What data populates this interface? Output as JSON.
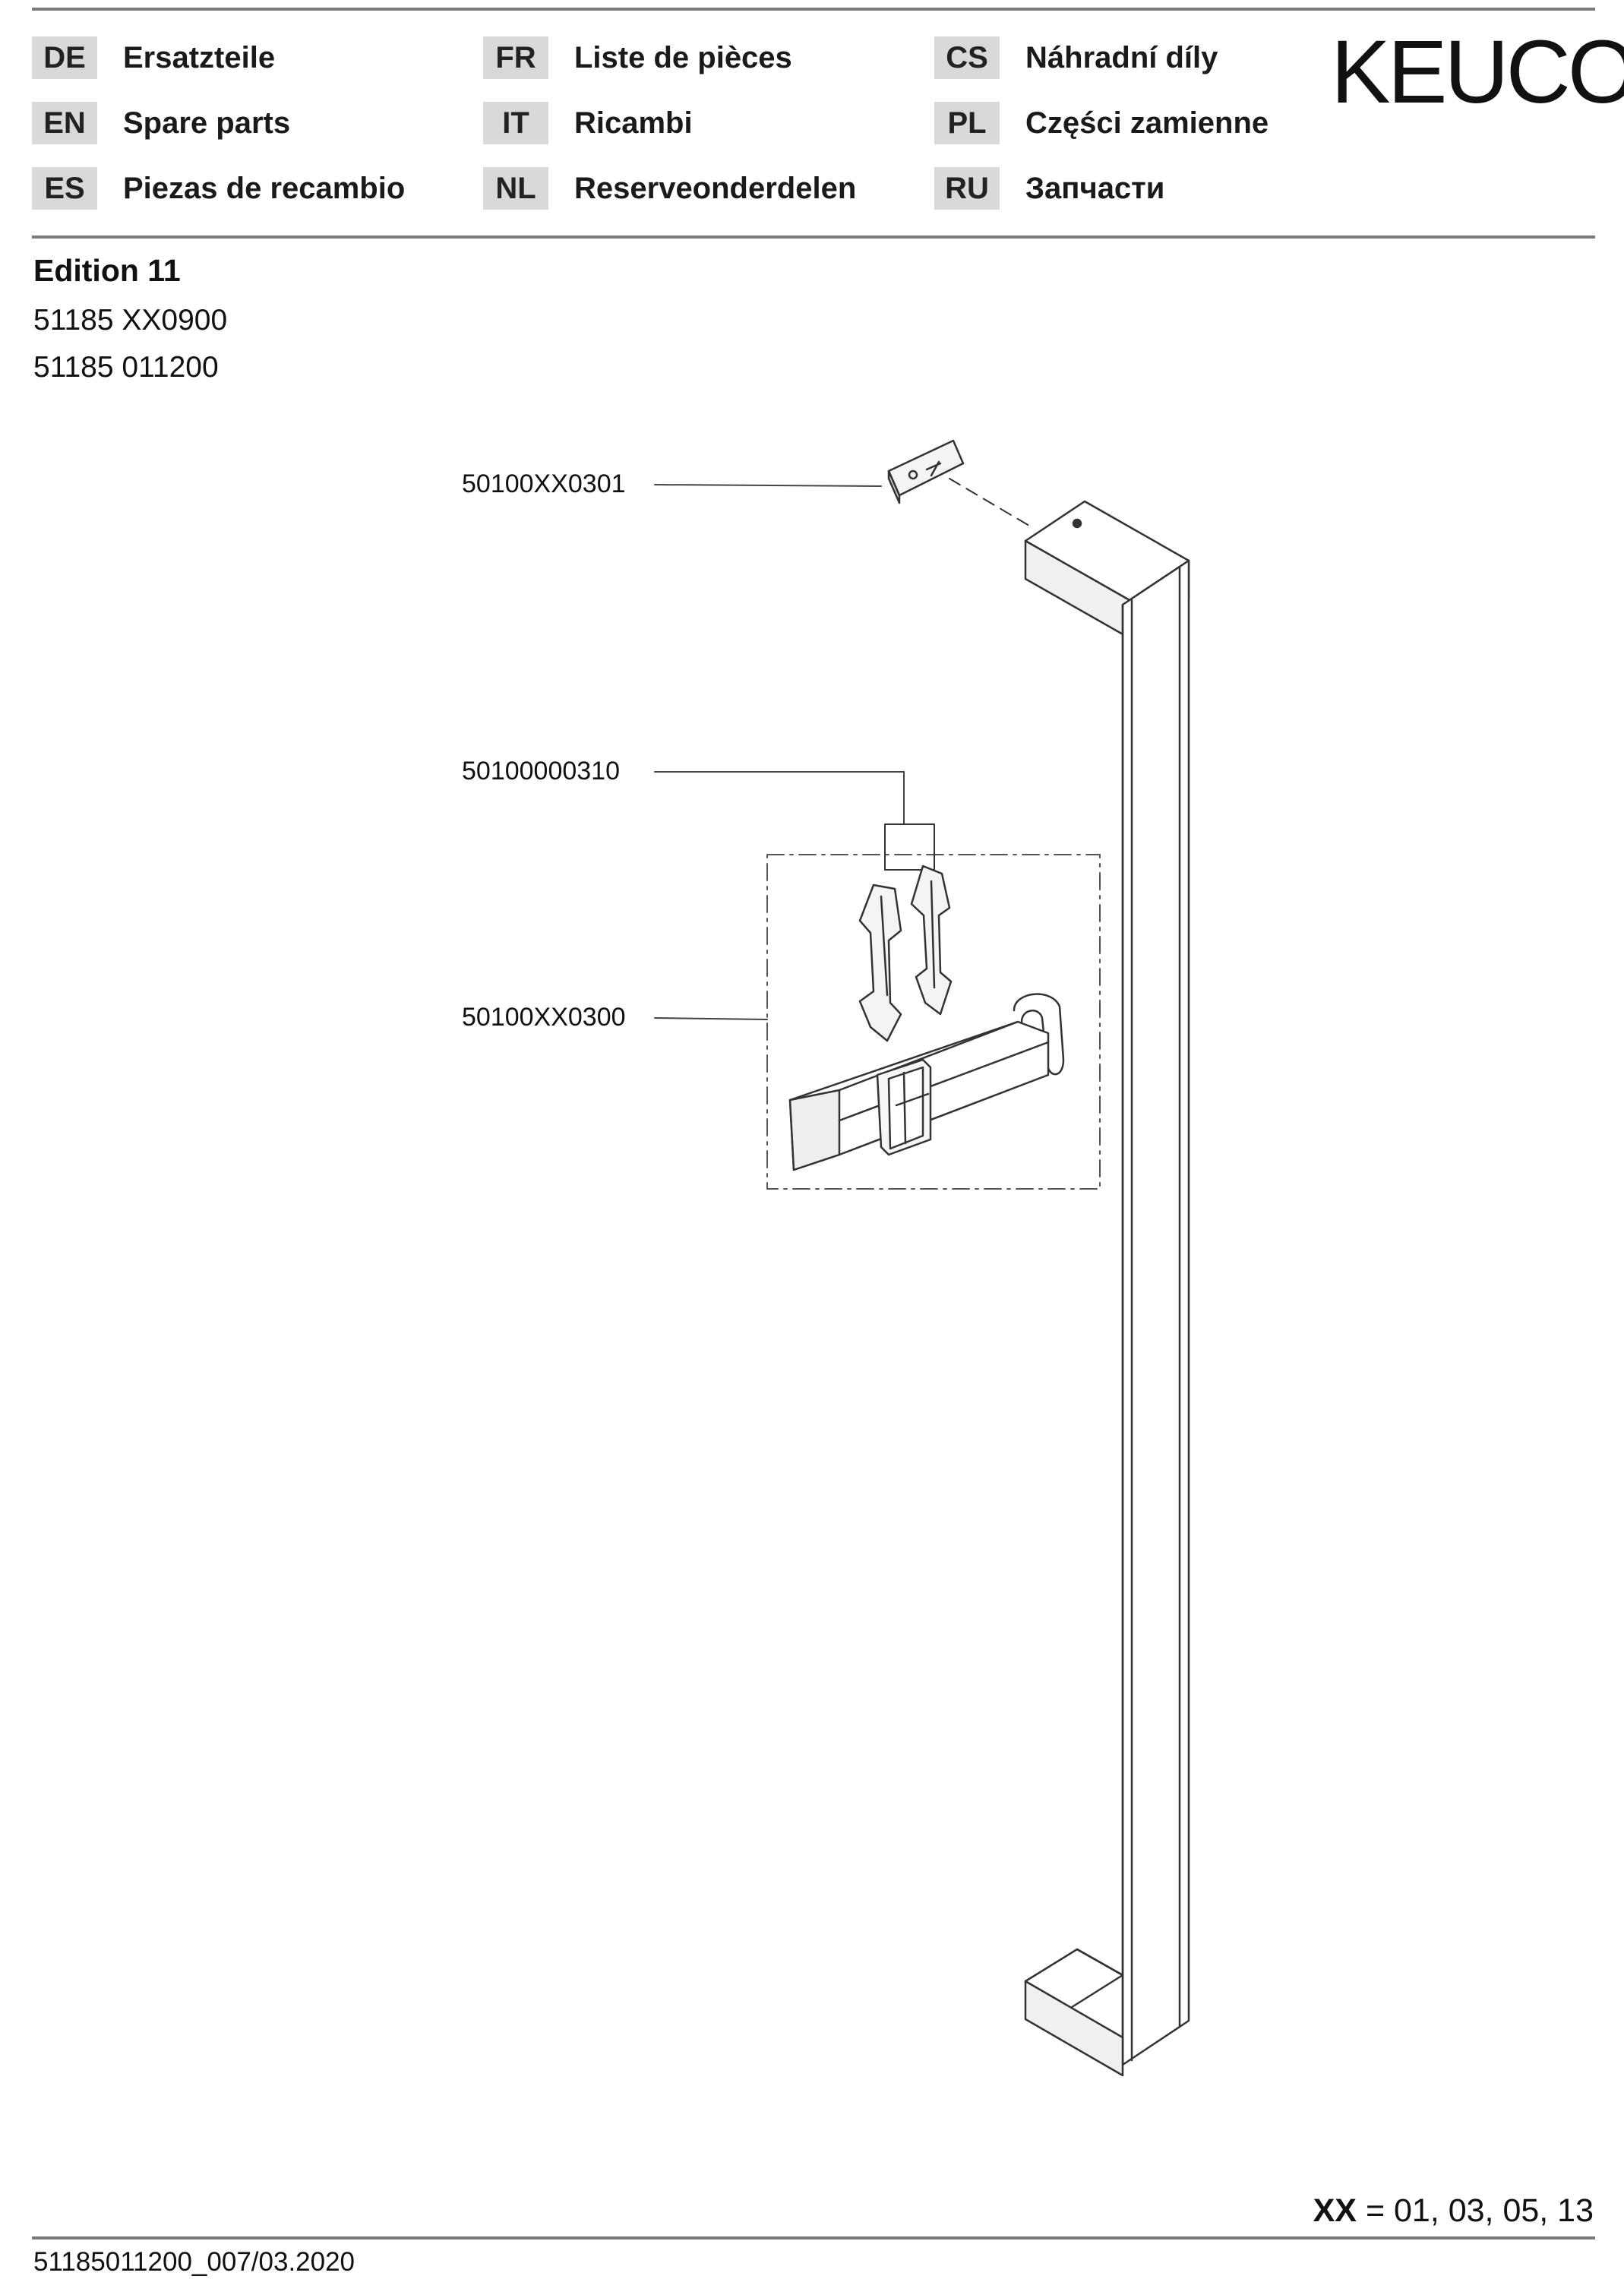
{
  "header": {
    "languages": [
      {
        "code": "DE",
        "label": "Ersatzteile"
      },
      {
        "code": "EN",
        "label": "Spare parts"
      },
      {
        "code": "ES",
        "label": "Piezas de recambio"
      },
      {
        "code": "FR",
        "label": "Liste de pièces"
      },
      {
        "code": "IT",
        "label": "Ricambi"
      },
      {
        "code": "NL",
        "label": "Reserveonderdelen"
      },
      {
        "code": "CS",
        "label": "Náhradní díly"
      },
      {
        "code": "PL",
        "label": "Części zamienne"
      },
      {
        "code": "RU",
        "label": "Запчасти"
      }
    ],
    "brand": "KEUCO"
  },
  "product": {
    "title": "Edition 11",
    "articles": [
      "51185 XX0900",
      "51185 011200"
    ]
  },
  "parts": [
    {
      "number": "50100XX0301"
    },
    {
      "number": "50100000310"
    },
    {
      "number": "50100XX0300"
    }
  ],
  "footer": {
    "xx_key": "XX",
    "xx_values": "= 01, 03, 05, 13",
    "document_id": "51185011200_007/03.2020"
  }
}
